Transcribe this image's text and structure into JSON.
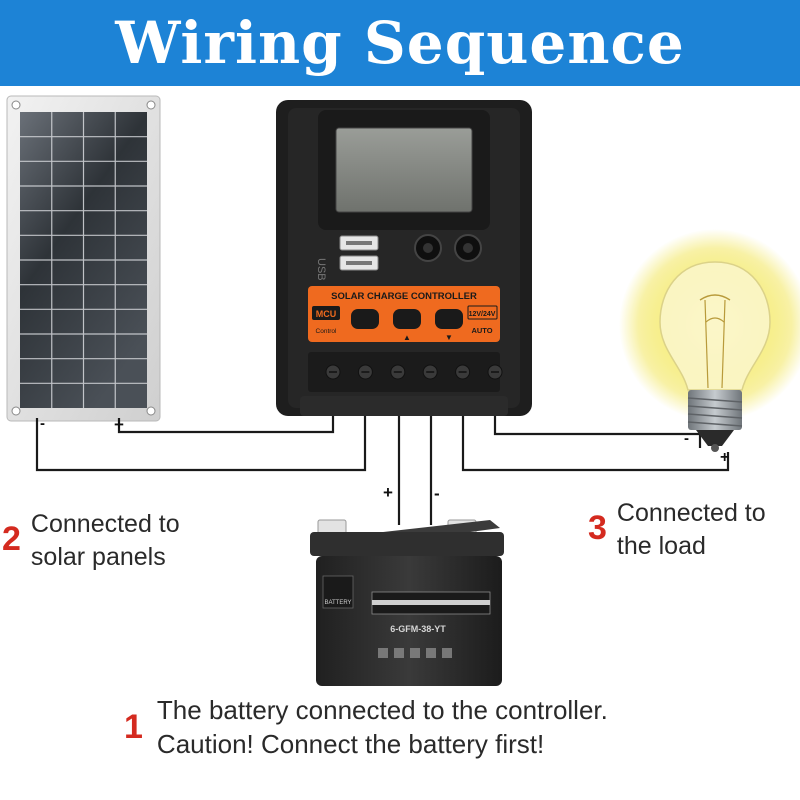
{
  "banner": {
    "title": "Wiring Sequence"
  },
  "controller": {
    "label": "SOLAR CHARGE CONTROLLER",
    "usb_label": "USB",
    "mcu_label": "MCU",
    "control_label": "Control",
    "voltage_label": "12V/24V",
    "auto_label": "AUTO"
  },
  "battery": {
    "brand": "BATTERY",
    "model": "6-GFM-38-YT"
  },
  "polarity": {
    "plus": "+",
    "minus": "-"
  },
  "steps": {
    "step1": {
      "number": "1",
      "line1": "The battery connected to the controller.",
      "line2": "Caution! Connect the battery first!"
    },
    "step2": {
      "number": "2",
      "line1": "Connected to",
      "line2": "solar panels"
    },
    "step3": {
      "number": "3",
      "line1": "Connected to",
      "line2": "the load"
    }
  },
  "colors": {
    "banner": "#1d83d6",
    "step_number": "#d42a1f",
    "controller_panel": "#ef6a1f",
    "controller_body": "#1e1e1e",
    "battery_body": "#2c2c2c",
    "bulb_glow": "#f3e86a"
  }
}
